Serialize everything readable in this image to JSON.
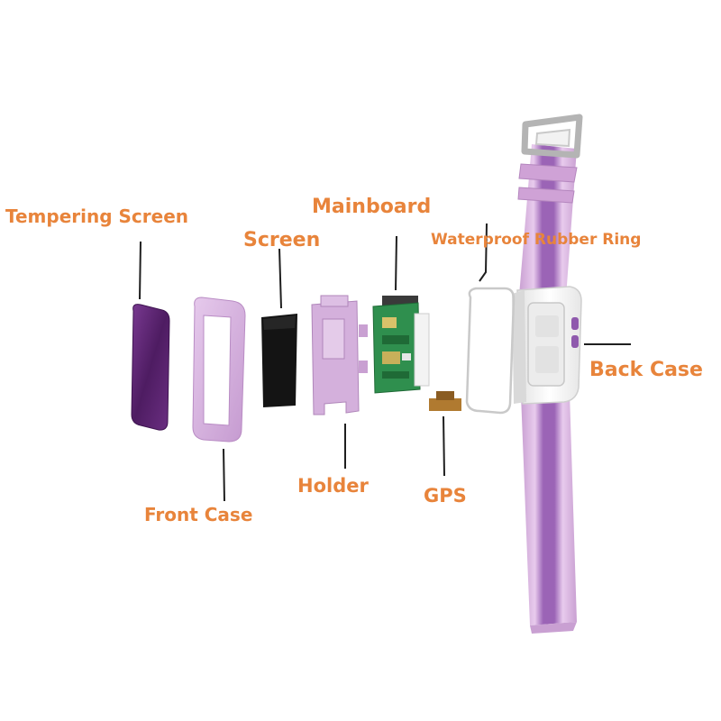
{
  "labels": {
    "tempering_screen": "Tempering Screen",
    "mainboard": "Mainboard",
    "screen": "Screen",
    "waterproof_ring": "Waterproof Rubber Ring",
    "back_case": "Back Case",
    "front_case": "Front Case",
    "holder": "Holder",
    "gps": "GPS"
  },
  "colors": {
    "label": "#e8843b",
    "leader": "#1f1f1f",
    "strap_pink": "#e2c1e6",
    "strap_stripe": "#8f59ad",
    "tempering_glass": "#5c2670",
    "front_case": "#d7b3df",
    "screen": "#141414",
    "holder": "#d4b0dc",
    "pcb": "#2f8f4e",
    "case_white": "#f4f4f4",
    "buckle": "#b4b4b4"
  }
}
